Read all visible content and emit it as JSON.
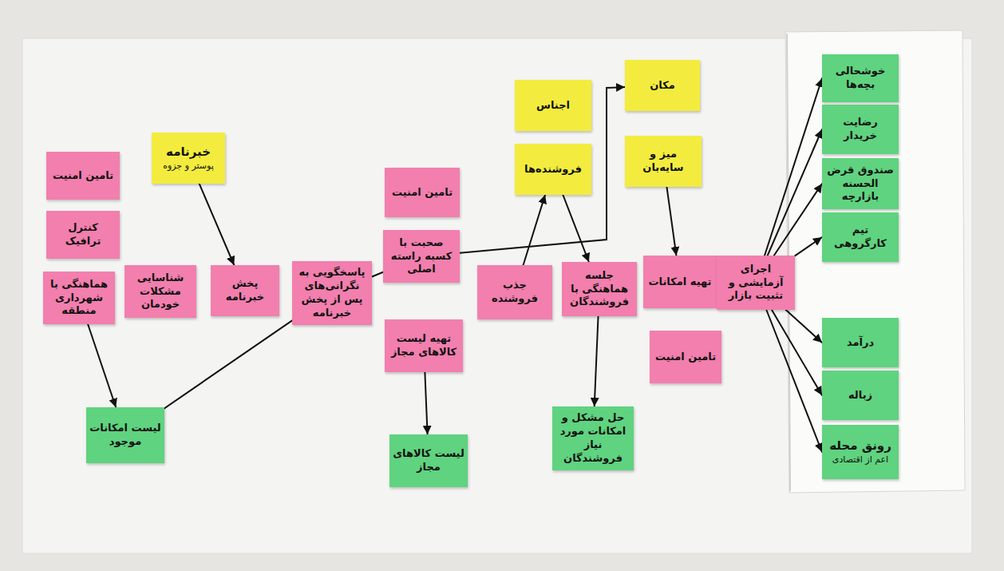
{
  "diagram": {
    "nodes": [
      {
        "text": [
          "تامین امنیت"
        ]
      },
      {
        "text": [
          "کنترل ترافیک"
        ]
      },
      {
        "text": [
          "هماهنگی با شهرداری منطقه"
        ]
      },
      {
        "text": [
          "خبرنامه",
          "پوستر و جزوه"
        ]
      },
      {
        "text": [
          "شناسایی مشکلات خودمان"
        ]
      },
      {
        "text": [
          "پخش خبرنامه"
        ]
      },
      {
        "text": [
          "پاسخگویی به نگرانی‌های پس از پخش خبرنامه"
        ]
      },
      {
        "text": [
          "لیست امکانات موجود"
        ]
      },
      {
        "text": [
          "تامین امنیت"
        ]
      },
      {
        "text": [
          "صحبت با کسبه راسته اصلی"
        ]
      },
      {
        "text": [
          "تهیه لیست کالاهای مجاز"
        ]
      },
      {
        "text": [
          "لیست کالاهای مجاز"
        ]
      },
      {
        "text": [
          "اجناس"
        ]
      },
      {
        "text": [
          "فروشنده‌ها"
        ]
      },
      {
        "text": [
          "مکان"
        ]
      },
      {
        "text": [
          "میز و سایه‌بان"
        ]
      },
      {
        "text": [
          "جذب فروشنده"
        ]
      },
      {
        "text": [
          "جلسه هماهنگی با فروشندگان"
        ]
      },
      {
        "text": [
          "حل مشکل و امکانات مورد نیاز فروشندگان"
        ]
      },
      {
        "text": [
          "تهیه امکانات"
        ]
      },
      {
        "text": [
          "تامین امنیت"
        ]
      },
      {
        "text": [
          "اجرای آزمایشی و تثبیت بازار"
        ]
      },
      {
        "text": [
          "خوشحالی بچه‌ها"
        ]
      },
      {
        "text": [
          "رضایت خریدار"
        ]
      },
      {
        "text": [
          "صندوق قرض الحسنه بازارچه"
        ]
      },
      {
        "text": [
          "تیم کارگروهی"
        ]
      },
      {
        "text": [
          "درآمد"
        ]
      },
      {
        "text": [
          "زباله"
        ]
      },
      {
        "text": [
          "رونق محله",
          "اعم از اقتصادی"
        ]
      }
    ],
    "edges": [
      {
        "from": 2,
        "to": 7,
        "arrow": "to"
      },
      {
        "from": 7,
        "to": 6,
        "arrow": "none"
      },
      {
        "from": 3,
        "to": 5,
        "arrow": "to"
      },
      {
        "from": 6,
        "to": 9,
        "arrow": "none"
      },
      {
        "from": 9,
        "to": 14,
        "arrow": "to"
      },
      {
        "from": 10,
        "to": 11,
        "arrow": "to"
      },
      {
        "from": 16,
        "to": 13,
        "arrow": "to"
      },
      {
        "from": 13,
        "to": 17,
        "arrow": "to"
      },
      {
        "from": 15,
        "to": 19,
        "arrow": "to"
      },
      {
        "from": 17,
        "to": 18,
        "arrow": "to"
      },
      {
        "from": 21,
        "to": 22,
        "arrow": "to"
      },
      {
        "from": 21,
        "to": 23,
        "arrow": "to"
      },
      {
        "from": 21,
        "to": 24,
        "arrow": "to"
      },
      {
        "from": 21,
        "to": 25,
        "arrow": "to"
      },
      {
        "from": 21,
        "to": 26,
        "arrow": "to"
      },
      {
        "from": 21,
        "to": 27,
        "arrow": "to"
      },
      {
        "from": 21,
        "to": 28,
        "arrow": "to"
      }
    ]
  }
}
